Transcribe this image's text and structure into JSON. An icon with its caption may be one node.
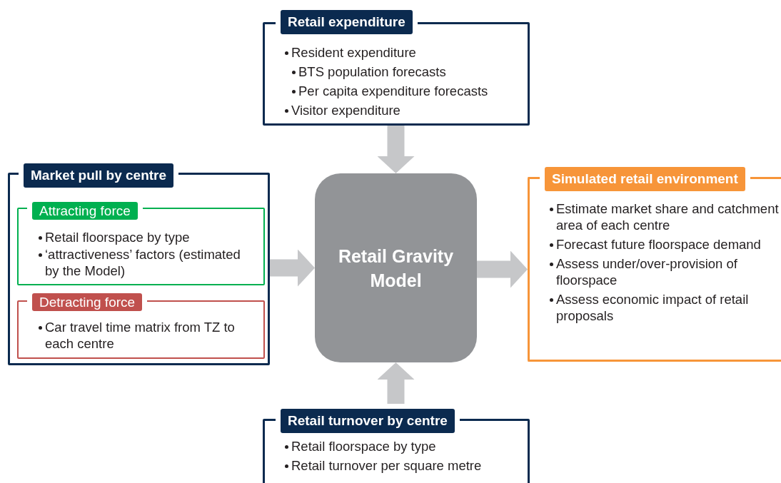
{
  "diagram": {
    "nodes": [
      {
        "text": [
          "Retail expenditure",
          "Resident expenditure",
          "BTS population forecasts",
          "Per capita expenditure forecasts",
          "Visitor expenditure"
        ]
      },
      {
        "text": [
          "Market pull by centre"
        ]
      },
      {
        "text": [
          "Attracting force",
          "Retail floorspace by type",
          "‘attractiveness’ factors (estimated by the Model)"
        ],
        "in": 1
      },
      {
        "text": [
          "Detracting force",
          "Car travel time matrix from TZ to each centre"
        ],
        "in": 1
      },
      {
        "text": [
          "Retail Gravity Model"
        ]
      },
      {
        "text": [
          "Simulated retail environment",
          "Estimate market share and catchment area of each centre",
          "Forecast future floorspace demand",
          "Assess under/over-provision of floorspace",
          "Assess economic impact of retail proposals"
        ]
      },
      {
        "text": [
          "Retail turnover by centre",
          "Retail floorspace by type",
          "Retail  turnover per square metre"
        ]
      }
    ],
    "edges": [
      {
        "from": 0,
        "to": 4,
        "arrow": "to"
      },
      {
        "from": 1,
        "to": 4,
        "arrow": "to"
      },
      {
        "from": 4,
        "to": 5,
        "arrow": "to"
      },
      {
        "from": 6,
        "to": 4,
        "arrow": "to"
      }
    ]
  }
}
